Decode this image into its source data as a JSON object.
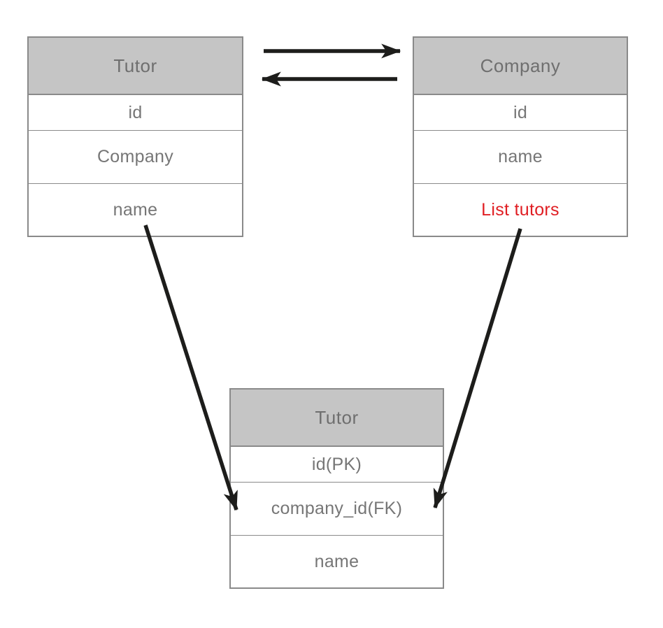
{
  "colors": {
    "background": "#ffffff",
    "table_header_fill": "#c5c5c5",
    "table_border": "#8a8a8a",
    "text_gray": "#767676",
    "highlight_red": "#e01e23",
    "arrow_black": "#1d1d1b"
  },
  "diagram": {
    "tables": [
      {
        "name": "tutor-top",
        "title": "Tutor",
        "rows": [
          "id",
          "Company",
          "name"
        ]
      },
      {
        "name": "company",
        "title": "Company",
        "rows": [
          "id",
          "name",
          "List tutors"
        ]
      },
      {
        "name": "tutor-bottom",
        "title": "Tutor",
        "rows": [
          "id(PK)",
          "company_id(FK)",
          "name"
        ]
      }
    ],
    "relationships": [
      {
        "from": "Tutor",
        "to": "Company",
        "direction": "right"
      },
      {
        "from": "Company",
        "to": "Tutor",
        "direction": "left"
      },
      {
        "from": "Tutor.name",
        "to": "Tutor.company_id(FK)",
        "direction": "down-right"
      },
      {
        "from": "Company.List tutors",
        "to": "Tutor.company_id(FK)",
        "direction": "down-left"
      }
    ]
  }
}
